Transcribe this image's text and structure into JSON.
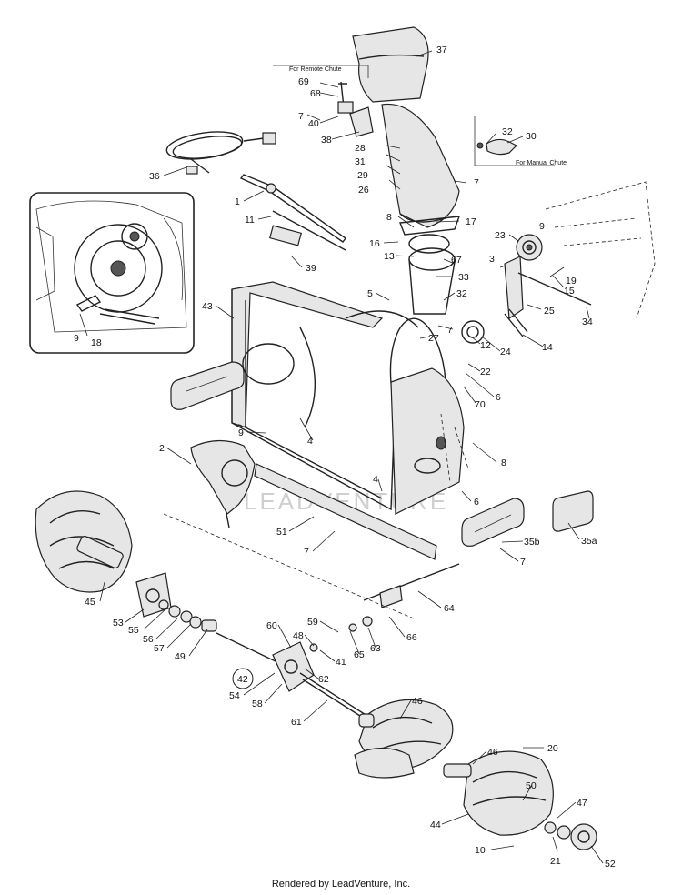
{
  "notes": {
    "remote_chute": "For Remote Chute",
    "manual_chute": "For Manual Chute"
  },
  "watermark": "LEADVENTURE",
  "footer": "Rendered by LeadVenture, Inc.",
  "callouts": [
    {
      "id": "c37",
      "label": "37"
    },
    {
      "id": "c69",
      "label": "69"
    },
    {
      "id": "c68",
      "label": "68"
    },
    {
      "id": "c7a",
      "label": "7"
    },
    {
      "id": "c40",
      "label": "40"
    },
    {
      "id": "c38",
      "label": "38"
    },
    {
      "id": "c28",
      "label": "28"
    },
    {
      "id": "c31",
      "label": "31"
    },
    {
      "id": "c29",
      "label": "29"
    },
    {
      "id": "c26",
      "label": "26"
    },
    {
      "id": "c7b",
      "label": "7"
    },
    {
      "id": "c32a",
      "label": "32"
    },
    {
      "id": "c30",
      "label": "30"
    },
    {
      "id": "c36",
      "label": "36"
    },
    {
      "id": "c1",
      "label": "1"
    },
    {
      "id": "c11",
      "label": "11"
    },
    {
      "id": "c8a",
      "label": "8"
    },
    {
      "id": "c17",
      "label": "17"
    },
    {
      "id": "c16",
      "label": "16"
    },
    {
      "id": "c13",
      "label": "13"
    },
    {
      "id": "c67",
      "label": "67"
    },
    {
      "id": "c23",
      "label": "23"
    },
    {
      "id": "c9a",
      "label": "9"
    },
    {
      "id": "c3",
      "label": "3"
    },
    {
      "id": "c33",
      "label": "33"
    },
    {
      "id": "c19",
      "label": "19"
    },
    {
      "id": "c15",
      "label": "15"
    },
    {
      "id": "c39",
      "label": "39"
    },
    {
      "id": "c5",
      "label": "5"
    },
    {
      "id": "c32b",
      "label": "32"
    },
    {
      "id": "c25",
      "label": "25"
    },
    {
      "id": "c34",
      "label": "34"
    },
    {
      "id": "c7c",
      "label": "7"
    },
    {
      "id": "c43",
      "label": "43"
    },
    {
      "id": "c27",
      "label": "27"
    },
    {
      "id": "c12",
      "label": "12"
    },
    {
      "id": "c24",
      "label": "24"
    },
    {
      "id": "c14",
      "label": "14"
    },
    {
      "id": "c22",
      "label": "22"
    },
    {
      "id": "c9b",
      "label": "9"
    },
    {
      "id": "c18",
      "label": "18"
    },
    {
      "id": "c6a",
      "label": "6"
    },
    {
      "id": "c70",
      "label": "70"
    },
    {
      "id": "c9c",
      "label": "9"
    },
    {
      "id": "c4a",
      "label": "4"
    },
    {
      "id": "c8b",
      "label": "8"
    },
    {
      "id": "c2",
      "label": "2"
    },
    {
      "id": "c4b",
      "label": "4"
    },
    {
      "id": "c6b",
      "label": "6"
    },
    {
      "id": "c51",
      "label": "51"
    },
    {
      "id": "c7d",
      "label": "7"
    },
    {
      "id": "c35b",
      "label": "35b"
    },
    {
      "id": "c35a",
      "label": "35a"
    },
    {
      "id": "c7e",
      "label": "7"
    },
    {
      "id": "c64",
      "label": "64"
    },
    {
      "id": "c45",
      "label": "45"
    },
    {
      "id": "c53",
      "label": "53"
    },
    {
      "id": "c55",
      "label": "55"
    },
    {
      "id": "c56",
      "label": "56"
    },
    {
      "id": "c57",
      "label": "57"
    },
    {
      "id": "c49",
      "label": "49"
    },
    {
      "id": "c60",
      "label": "60"
    },
    {
      "id": "c48",
      "label": "48"
    },
    {
      "id": "c59",
      "label": "59"
    },
    {
      "id": "c66",
      "label": "66"
    },
    {
      "id": "c63",
      "label": "63"
    },
    {
      "id": "c65",
      "label": "65"
    },
    {
      "id": "c41",
      "label": "41"
    },
    {
      "id": "c62",
      "label": "62"
    },
    {
      "id": "c42",
      "label": "42"
    },
    {
      "id": "c54",
      "label": "54"
    },
    {
      "id": "c58",
      "label": "58"
    },
    {
      "id": "c61",
      "label": "61"
    },
    {
      "id": "c46a",
      "label": "46"
    },
    {
      "id": "c20",
      "label": "20"
    },
    {
      "id": "c46b",
      "label": "46"
    },
    {
      "id": "c50",
      "label": "50"
    },
    {
      "id": "c47",
      "label": "47"
    },
    {
      "id": "c44",
      "label": "44"
    },
    {
      "id": "c10",
      "label": "10"
    },
    {
      "id": "c21",
      "label": "21"
    },
    {
      "id": "c52",
      "label": "52"
    }
  ]
}
